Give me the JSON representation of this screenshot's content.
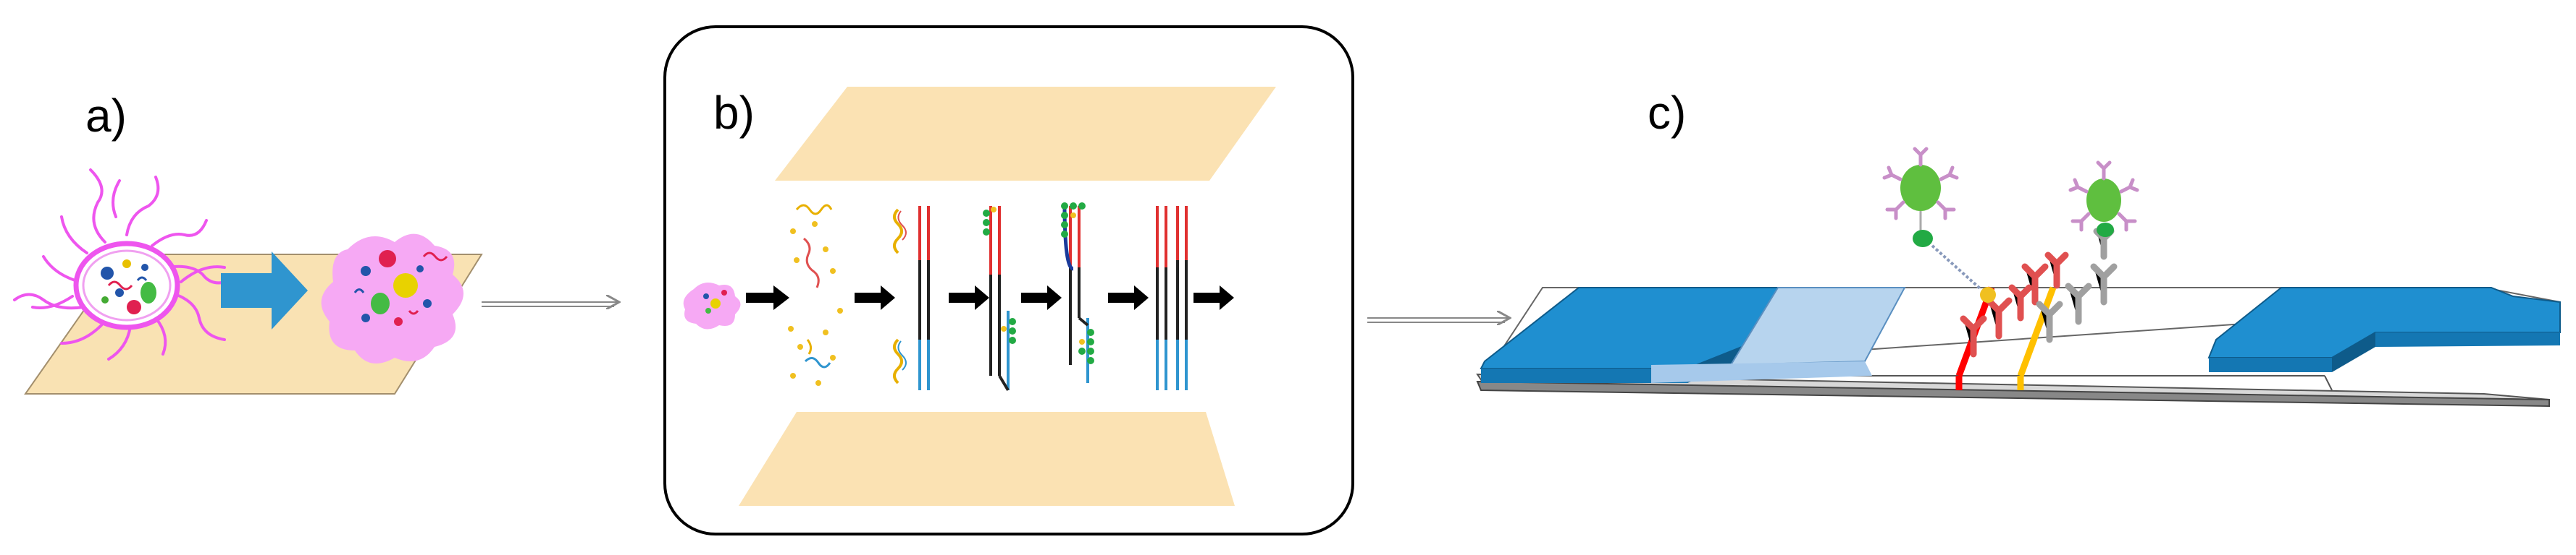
{
  "panels": [
    {
      "id": "a",
      "label": "a)"
    },
    {
      "id": "b",
      "label": "b)"
    },
    {
      "id": "c",
      "label": "c)"
    }
  ],
  "colors": {
    "slide": "#f9e2b3",
    "slide_edge": "#a38f6d",
    "cell": "#ee55ee",
    "lysate": "#f6a9f4",
    "big_arrow": "#2f95cf",
    "strip_blue": "#1f8fd0",
    "strip_blue_dark": "#0e5b8a",
    "conjugate_pad": "#b7d4ee",
    "test_line": "#ff0000",
    "control_line": "#ffc000",
    "antibody_red": "#e05050",
    "antibody_gray": "#999999",
    "gold_particle": "#5fbf3f",
    "antibody_pink": "#c88fc8"
  },
  "icons": [
    "bacterium-icon",
    "lysate-icon",
    "dna-amplification-steps",
    "lateral-flow-strip",
    "antibody-icon",
    "nanoparticle-icon"
  ]
}
